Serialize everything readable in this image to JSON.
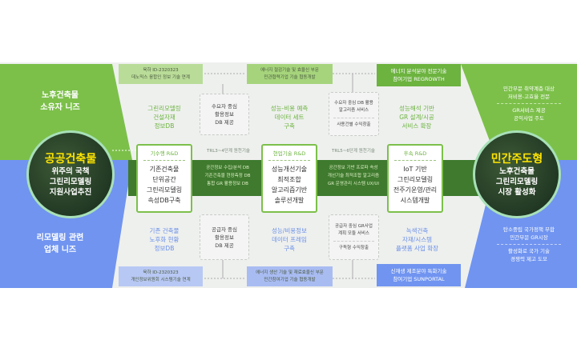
{
  "left": {
    "top_need": [
      "노후건축물",
      "소유자 니즈"
    ],
    "bottom_need": [
      "리모델링 관련",
      "업체 니즈"
    ],
    "circle_title": "공공건축물",
    "circle_body": [
      "위주의 국책",
      "그린리모델링",
      "지원사업추진"
    ]
  },
  "right": {
    "circle_title": "민간주도형",
    "circle_body": [
      "노후건축물",
      "그린리모델링",
      "시장 활성화"
    ],
    "top_notes": [
      "민간부문 취약계층 대상",
      "저비용-고효율 전문",
      "GR서비스 제공",
      "공익사업 주도"
    ],
    "bottom_notes": [
      "탄소중립 국가정책 부합",
      "민간부문 GR시장",
      "활성화로 국가 기술",
      "경쟁력 제고 도모"
    ]
  },
  "top_boxes": [
    [
      "육하 ID-2320323",
      "데노믹스 융합인 정보 기술 연계"
    ],
    [
      "에너지 절감기술 및 효율신 부문",
      "민관협력기업 기술 협동개발"
    ],
    [
      "에너지 분석분야 전문기술",
      "참여기업 REGROWTH"
    ]
  ],
  "bottom_boxes": [
    [
      "육하 ID-2320323",
      "개인정보위원회 시스템기술 연계"
    ],
    [
      "에너지 생산 기술 및 재료효율신 부문",
      "민간참여기업 기술 협동개발"
    ],
    [
      "신재생 제조분야 특화기술",
      "참여기업 SUNPORTAL"
    ]
  ],
  "top_texts": {
    "db1": [
      "그린리모델링",
      "건설자재",
      "정보DB"
    ],
    "demand": [
      "수요자 중심",
      "활용정보",
      "DB 제공"
    ],
    "perf": [
      "성능-비용 예측",
      "데이터 세트",
      "구축"
    ],
    "algo": [
      "수요자 중심 DB 활용",
      "알고리즘 서비스",
      "사용건별 수익창출"
    ],
    "gr": [
      "성능해석 기반",
      "GR 설계/시공",
      "서비스 확장"
    ]
  },
  "bottom_texts": {
    "db1": [
      "기존 건축물",
      "노후화 현황",
      "정보DB"
    ],
    "supply": [
      "공급자 중심",
      "활용정보",
      "DB 제공"
    ],
    "perf": [
      "성능/비용정보",
      "데이터 프레임",
      "구축"
    ],
    "monitor": [
      "공급자 중심 GR사업",
      "계획 모듈 서비스",
      "구독형 수익창출"
    ],
    "green": [
      "녹색건축",
      "자재/시스템",
      "플랫폼 사업 확장"
    ]
  },
  "rnd": [
    {
      "head": "기수행 R&D",
      "body": [
        "기존건축물",
        "단위공간",
        "그린리모델링",
        "속성DB구축"
      ]
    },
    {
      "head": "현업기술 R&D",
      "body": [
        "성능개선기술",
        "최적조합",
        "알고리즘기반",
        "솔루션개발"
      ]
    },
    {
      "head": "후속 R&D",
      "body": [
        "IoT 기반",
        "그린리모델링",
        "전주기운영/관리",
        "시스템개발"
      ]
    }
  ],
  "trl": [
    "TRL3~4단계 원천기술",
    "TRL5~6단계 원천기술"
  ],
  "band_texts": [
    [
      "공간정보 수집/분석 DB",
      "기존건축물 현장측정 DB",
      "통합 GR 활용정보 DB"
    ],
    [
      "공간정보 기반 프로파 속성",
      "개선기술 최적조합 알고리즘",
      "GR 운영관리 시스템 UX/UI"
    ]
  ]
}
